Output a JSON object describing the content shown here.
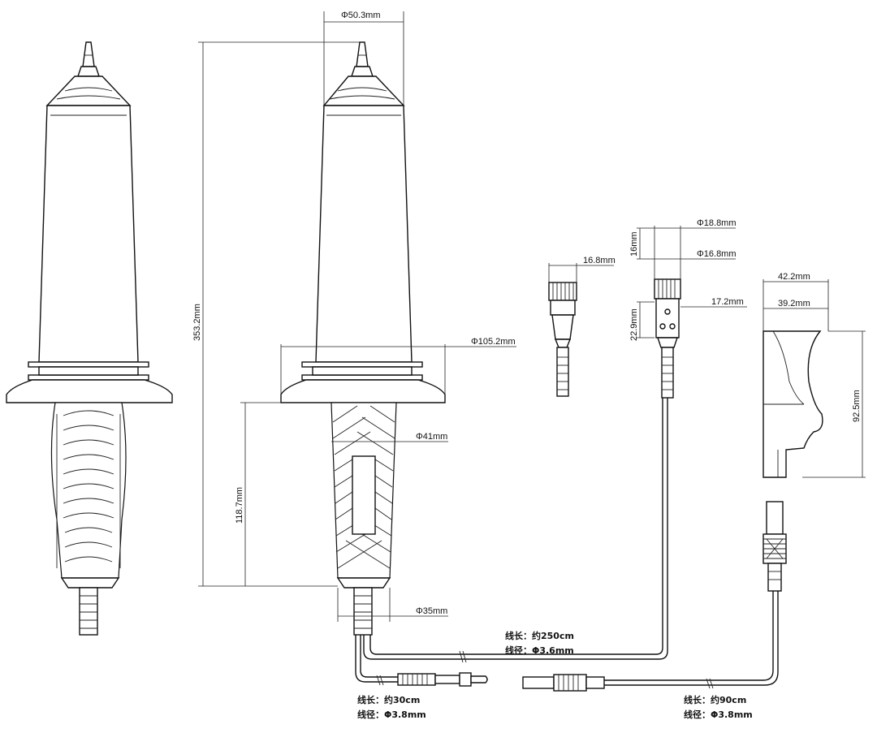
{
  "dimensions": {
    "top_diameter": "Φ50.3mm",
    "total_length": "353.2mm",
    "flange_diameter": "Φ105.2mm",
    "grip_length": "118.7mm",
    "grip_diameter": "Φ41mm",
    "tail_diameter": "Φ35mm",
    "connector_small_width": "16.8mm",
    "connector_outer_diameter": "Φ18.8mm",
    "connector_inner_diameter": "Φ16.8mm",
    "connector_height_16": "16mm",
    "connector_width_172": "17.2mm",
    "connector_height_229": "22.9mm",
    "hook_outer_width": "42.2mm",
    "hook_inner_width": "39.2mm",
    "hook_height": "92.5mm"
  },
  "cables": {
    "main_length": "线长：约250cm",
    "main_diameter": "线径：Φ3.6mm",
    "short_length": "线长：约30cm",
    "short_diameter": "线径：Φ3.8mm",
    "long_length": "线长：约90cm",
    "long_diameter": "线径：Φ3.8mm"
  }
}
